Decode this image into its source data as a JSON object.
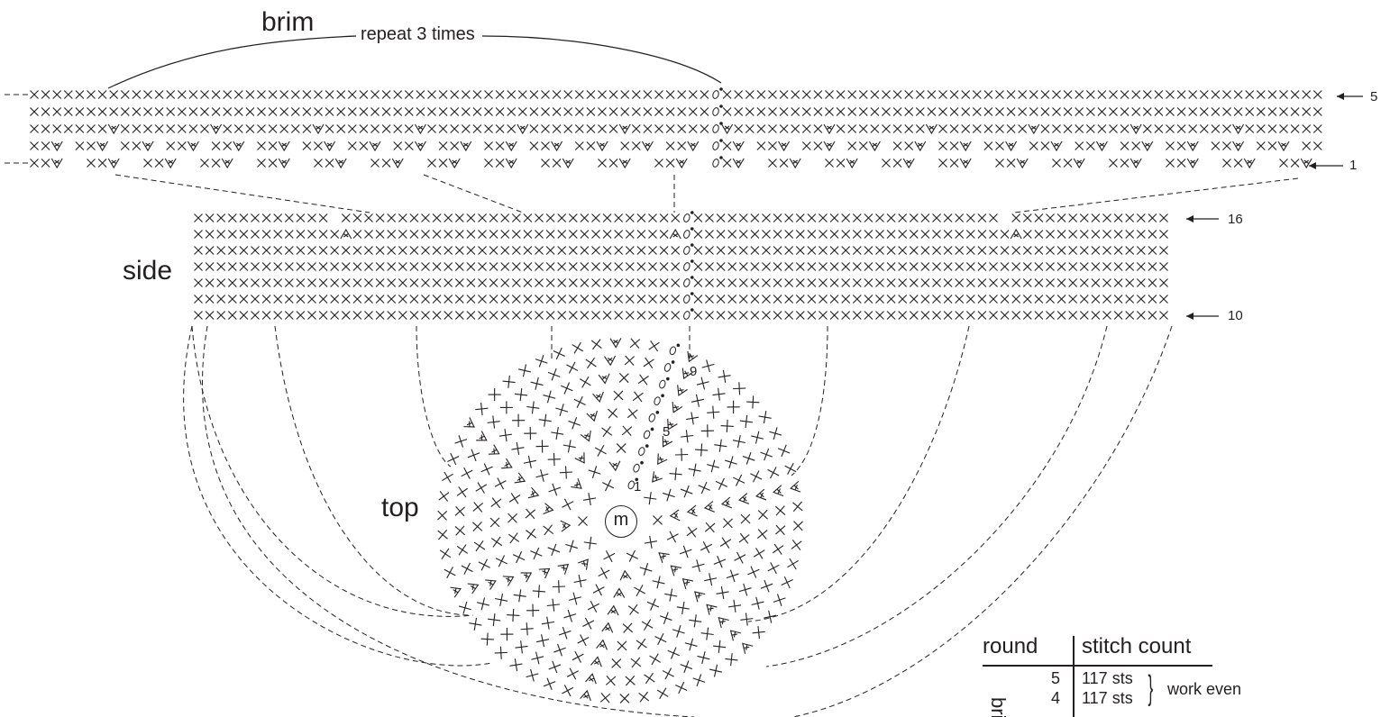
{
  "labels": {
    "brim": "brim",
    "repeat": "repeat 3 times",
    "side": "side",
    "top": "top",
    "magic_ring": "m"
  },
  "row_numbers": {
    "brim_last": "5",
    "brim_first": "1",
    "side_last": "16",
    "side_first": "10",
    "top_first": "1",
    "top_mid": "5",
    "top_last": "9"
  },
  "table": {
    "headers": [
      "round",
      "stitch count"
    ],
    "section_label": "brim",
    "rows": [
      {
        "round": "5",
        "count": "117 sts"
      },
      {
        "round": "4",
        "count": "117 sts"
      }
    ],
    "note": "work even"
  },
  "colors": {
    "ink": "#231f20",
    "background": "#ffffff"
  },
  "stitch_symbols": [
    "single-crochet-x",
    "increase-v",
    "decrease-a",
    "chain-0",
    "slip-stitch-dot",
    "magic-ring-m"
  ]
}
